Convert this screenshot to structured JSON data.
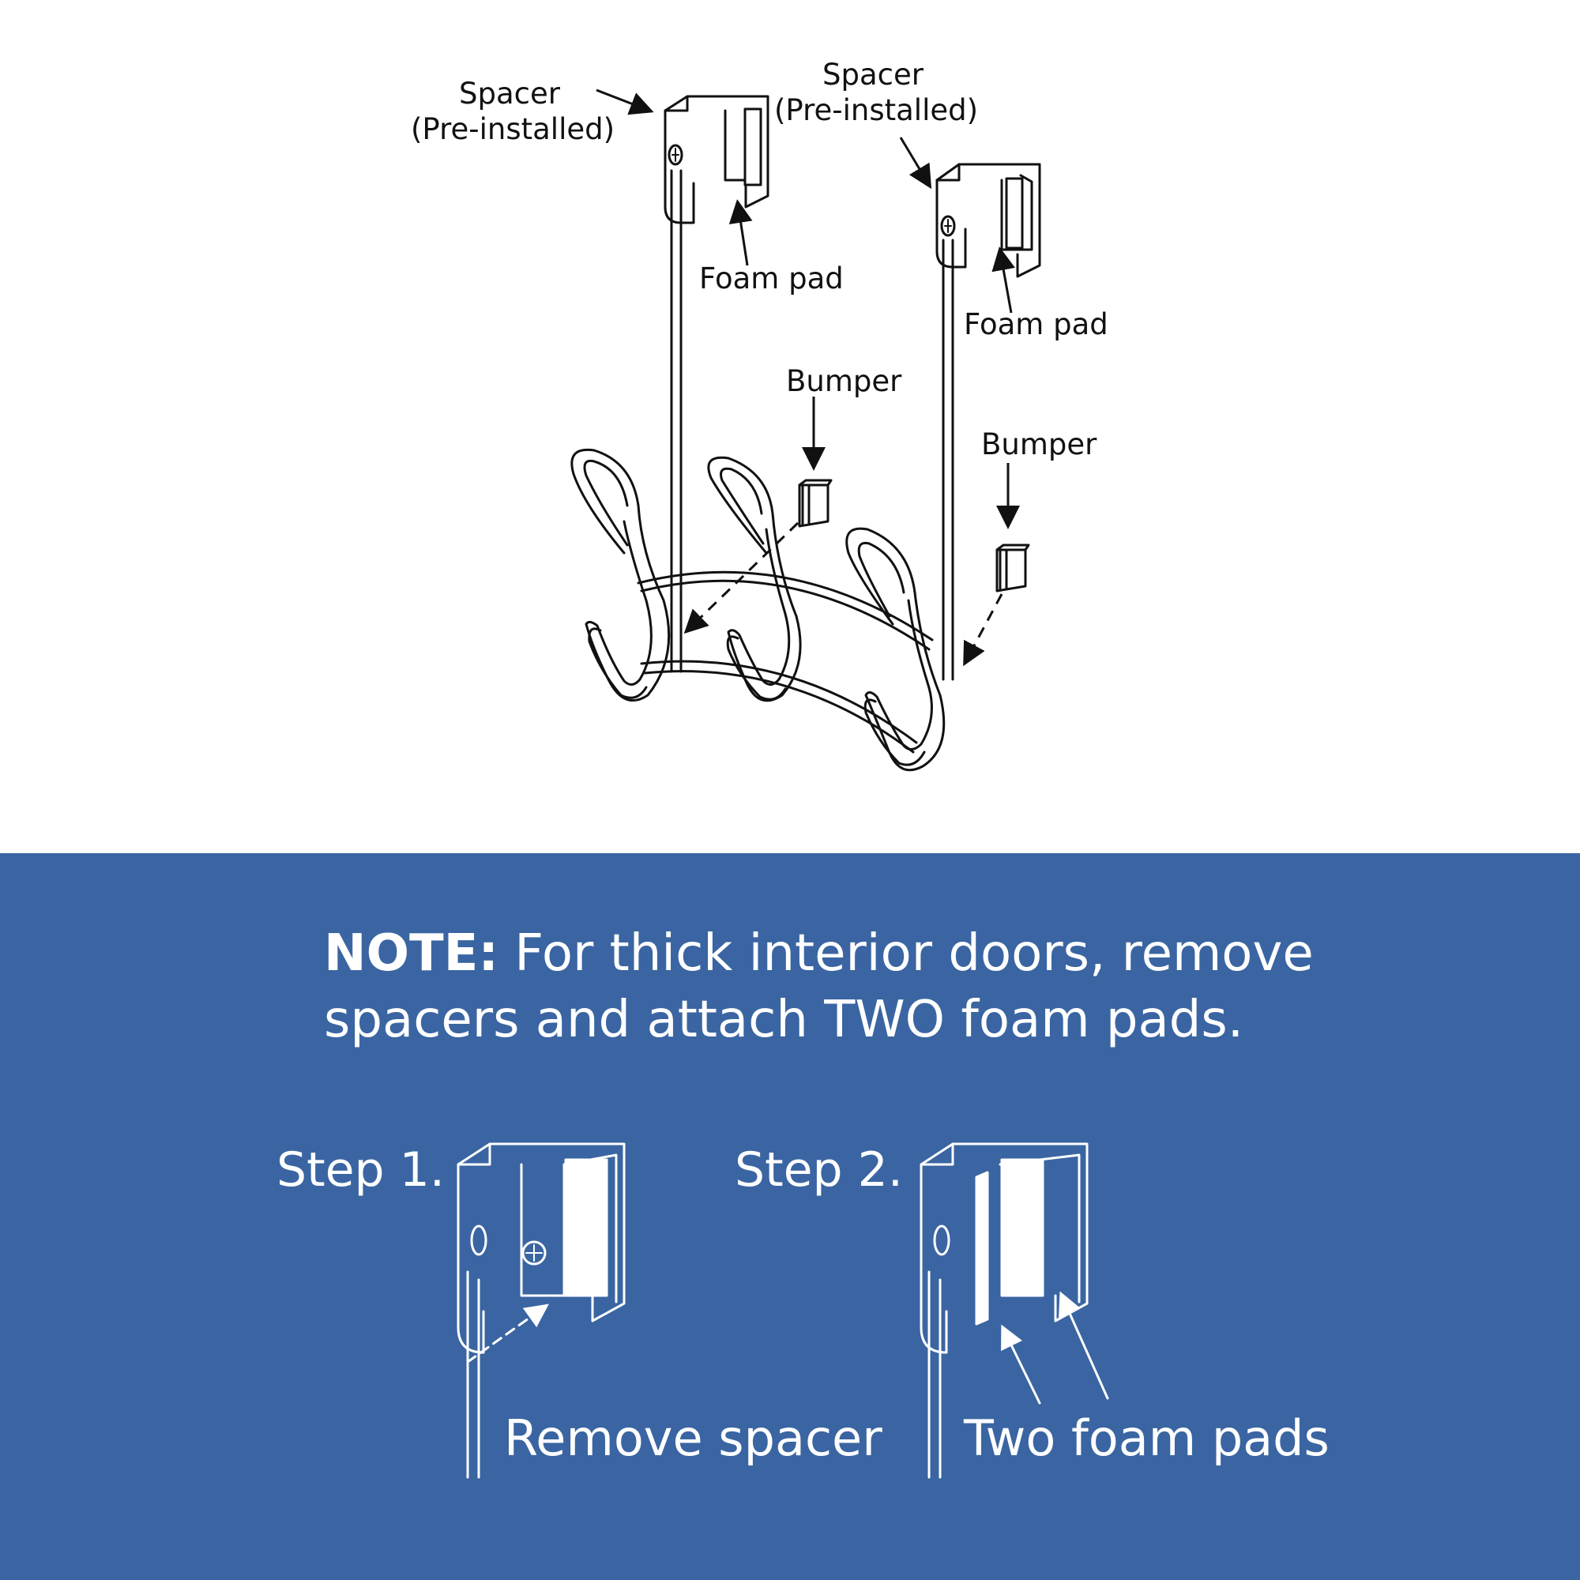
{
  "diagram": {
    "callouts": {
      "spacer_left": [
        "Spacer",
        "(Pre-installed)"
      ],
      "spacer_right": [
        "Spacer",
        "(Pre-installed)"
      ],
      "foam_pad_left": "Foam pad",
      "foam_pad_right": "Foam pad",
      "bumper_left": "Bumper",
      "bumper_right": "Bumper"
    }
  },
  "note": {
    "prefix": "NOTE:",
    "text": " For thick interior doors, remove spacers and attach TWO foam pads."
  },
  "steps": [
    {
      "label": "Step 1.",
      "caption": "Remove spacer"
    },
    {
      "label": "Step 2.",
      "caption": "Two foam pads"
    }
  ],
  "colors": {
    "panel": "#3a65a2",
    "line": "#111111",
    "panel_text": "#ffffff"
  }
}
